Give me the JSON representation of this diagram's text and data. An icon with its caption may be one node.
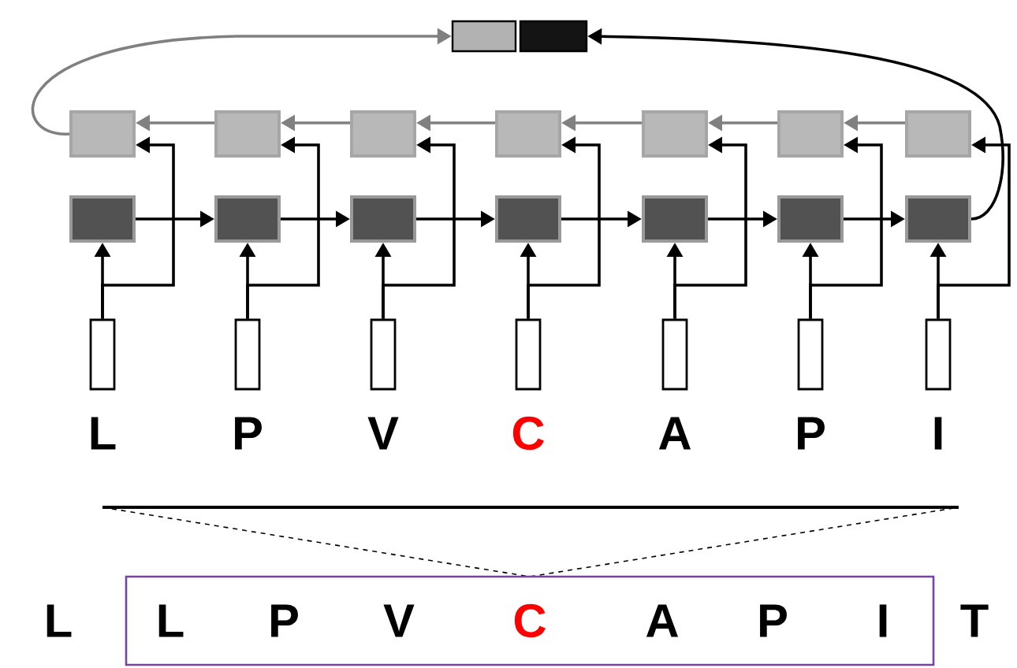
{
  "diagram": {
    "nodes": [
      {
        "text": [],
        "shape": "box"
      },
      {
        "text": [],
        "shape": "box"
      },
      {
        "text": [],
        "shape": "box"
      },
      {
        "text": [],
        "shape": "box"
      },
      {
        "text": [],
        "shape": "box"
      },
      {
        "text": [],
        "shape": "box"
      },
      {
        "text": [],
        "shape": "box"
      },
      {
        "text": [],
        "shape": "box"
      },
      {
        "text": [],
        "shape": "box"
      },
      {
        "text": [],
        "shape": "box"
      },
      {
        "text": [],
        "shape": "box"
      },
      {
        "text": [],
        "shape": "box"
      },
      {
        "text": [],
        "shape": "box"
      },
      {
        "text": [],
        "shape": "box"
      },
      {
        "text": [],
        "shape": "box"
      },
      {
        "text": [],
        "shape": "box"
      },
      {
        "text": [],
        "shape": "box",
        "beside": [
          "L"
        ]
      },
      {
        "text": [],
        "shape": "box",
        "beside": [
          "P"
        ]
      },
      {
        "text": [],
        "shape": "box",
        "beside": [
          "V"
        ]
      },
      {
        "text": [],
        "shape": "box",
        "beside": [
          "C"
        ]
      },
      {
        "text": [],
        "shape": "box",
        "beside": [
          "A"
        ]
      },
      {
        "text": [],
        "shape": "box",
        "beside": [
          "P"
        ]
      },
      {
        "text": [],
        "shape": "box",
        "beside": [
          "I"
        ]
      },
      {
        "text": [
          "L",
          "P",
          "V",
          "C",
          "A",
          "P",
          "I"
        ]
      }
    ],
    "edges": [
      {
        "from": 9,
        "to": 10,
        "arrow": "to"
      },
      {
        "from": 10,
        "to": 11,
        "arrow": "to"
      },
      {
        "from": 11,
        "to": 12,
        "arrow": "to"
      },
      {
        "from": 12,
        "to": 13,
        "arrow": "to"
      },
      {
        "from": 13,
        "to": 14,
        "arrow": "to"
      },
      {
        "from": 14,
        "to": 15,
        "arrow": "to"
      },
      {
        "from": 3,
        "to": 2,
        "arrow": "to",
        "color": "#808080"
      },
      {
        "from": 4,
        "to": 3,
        "arrow": "to",
        "color": "#808080"
      },
      {
        "from": 5,
        "to": 4,
        "arrow": "to",
        "color": "#808080"
      },
      {
        "from": 6,
        "to": 5,
        "arrow": "to",
        "color": "#808080"
      },
      {
        "from": 7,
        "to": 6,
        "arrow": "to",
        "color": "#808080"
      },
      {
        "from": 8,
        "to": 7,
        "arrow": "to",
        "color": "#808080"
      },
      {
        "from": 16,
        "to": 9,
        "arrow": "to"
      },
      {
        "from": 16,
        "to": 2,
        "arrow": "to"
      },
      {
        "from": 17,
        "to": 10,
        "arrow": "to"
      },
      {
        "from": 17,
        "to": 3,
        "arrow": "to"
      },
      {
        "from": 18,
        "to": 11,
        "arrow": "to"
      },
      {
        "from": 18,
        "to": 4,
        "arrow": "to"
      },
      {
        "from": 19,
        "to": 12,
        "arrow": "to"
      },
      {
        "from": 19,
        "to": 5,
        "arrow": "to"
      },
      {
        "from": 20,
        "to": 13,
        "arrow": "to"
      },
      {
        "from": 20,
        "to": 6,
        "arrow": "to"
      },
      {
        "from": 21,
        "to": 14,
        "arrow": "to"
      },
      {
        "from": 21,
        "to": 7,
        "arrow": "to"
      },
      {
        "from": 22,
        "to": 15,
        "arrow": "to"
      },
      {
        "from": 22,
        "to": 8,
        "arrow": "to"
      },
      {
        "from": 2,
        "to": 0,
        "arrow": "to",
        "color": "#808080"
      },
      {
        "from": 15,
        "to": 1,
        "arrow": "to"
      }
    ],
    "labels": [
      "L",
      "T"
    ]
  }
}
